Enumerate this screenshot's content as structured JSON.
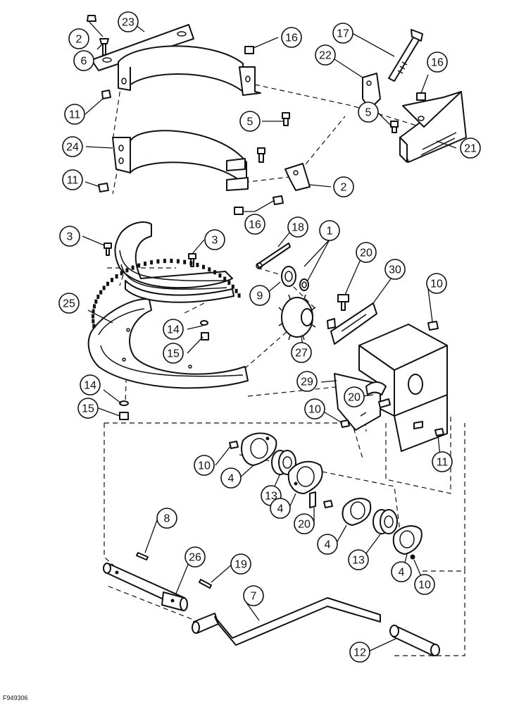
{
  "figure_code": "F949306",
  "callouts": [
    {
      "id": "c-23a",
      "label": "23"
    },
    {
      "id": "c-2a",
      "label": "2"
    },
    {
      "id": "c-6",
      "label": "6"
    },
    {
      "id": "c-11a",
      "label": "11"
    },
    {
      "id": "c-16a",
      "label": "16"
    },
    {
      "id": "c-17",
      "label": "17"
    },
    {
      "id": "c-22",
      "label": "22"
    },
    {
      "id": "c-16b",
      "label": "16"
    },
    {
      "id": "c-5a",
      "label": "5"
    },
    {
      "id": "c-5b",
      "label": "5"
    },
    {
      "id": "c-21",
      "label": "21"
    },
    {
      "id": "c-24",
      "label": "24"
    },
    {
      "id": "c-11b",
      "label": "11"
    },
    {
      "id": "c-2b",
      "label": "2"
    },
    {
      "id": "c-16c",
      "label": "16"
    },
    {
      "id": "c-3a",
      "label": "3"
    },
    {
      "id": "c-3b",
      "label": "3"
    },
    {
      "id": "c-18",
      "label": "18"
    },
    {
      "id": "c-1",
      "label": "1"
    },
    {
      "id": "c-20a",
      "label": "20"
    },
    {
      "id": "c-30",
      "label": "30"
    },
    {
      "id": "c-10a",
      "label": "10"
    },
    {
      "id": "c-9",
      "label": "9"
    },
    {
      "id": "c-25",
      "label": "25"
    },
    {
      "id": "c-14a",
      "label": "14"
    },
    {
      "id": "c-15a",
      "label": "15"
    },
    {
      "id": "c-27",
      "label": "27"
    },
    {
      "id": "c-29",
      "label": "29"
    },
    {
      "id": "c-20b",
      "label": "20"
    },
    {
      "id": "c-14b",
      "label": "14"
    },
    {
      "id": "c-15b",
      "label": "15"
    },
    {
      "id": "c-10b",
      "label": "10"
    },
    {
      "id": "c-10c",
      "label": "10"
    },
    {
      "id": "c-11c",
      "label": "11"
    },
    {
      "id": "c-4a",
      "label": "4"
    },
    {
      "id": "c-13a",
      "label": "13"
    },
    {
      "id": "c-4b",
      "label": "4"
    },
    {
      "id": "c-20c",
      "label": "20"
    },
    {
      "id": "c-4c",
      "label": "4"
    },
    {
      "id": "c-13b",
      "label": "13"
    },
    {
      "id": "c-4d",
      "label": "4"
    },
    {
      "id": "c-10d",
      "label": "10"
    },
    {
      "id": "c-8",
      "label": "8"
    },
    {
      "id": "c-26",
      "label": "26"
    },
    {
      "id": "c-19",
      "label": "19"
    },
    {
      "id": "c-7",
      "label": "7"
    },
    {
      "id": "c-12",
      "label": "12"
    }
  ]
}
